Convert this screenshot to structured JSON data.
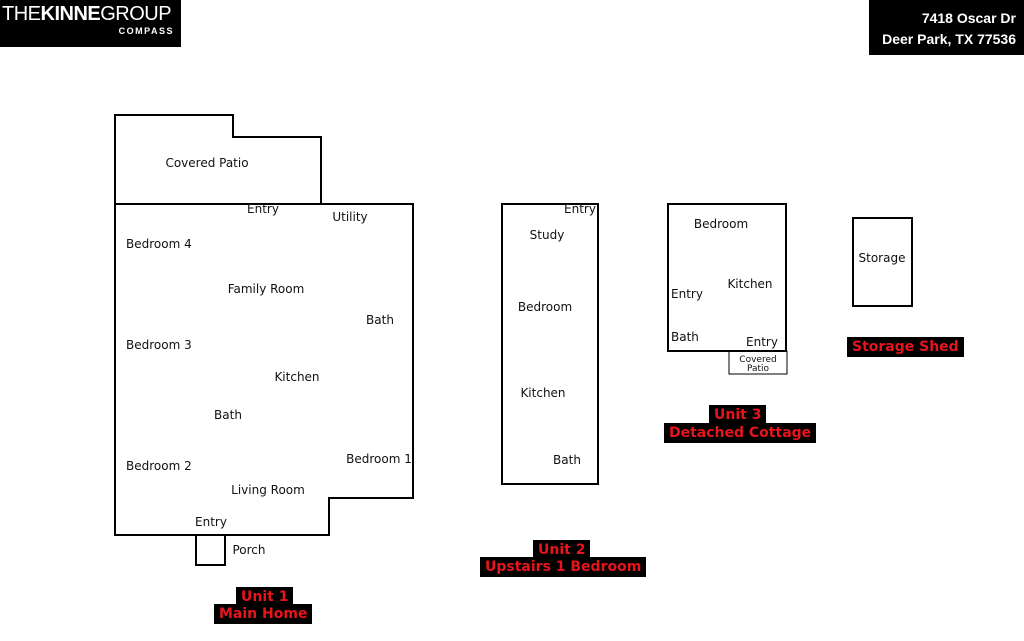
{
  "brand": {
    "name_light": "THE",
    "name_bold": "KINNE",
    "name_light2": "GROUP",
    "sub": "COMPASS"
  },
  "address": {
    "line1": "7418 Oscar Dr",
    "line2": "Deer Park, TX 77536"
  },
  "unit1": {
    "tag_line1": "Unit 1",
    "tag_line2": "Main Home",
    "rooms": {
      "covered_patio": "Covered Patio",
      "entry_top": "Entry",
      "utility": "Utility",
      "bedroom4": "Bedroom 4",
      "family_room": "Family Room",
      "bath1": "Bath",
      "bedroom3": "Bedroom 3",
      "kitchen": "Kitchen",
      "bath2": "Bath",
      "bedroom2": "Bedroom 2",
      "bedroom1": "Bedroom 1",
      "living_room": "Living Room",
      "entry_bottom": "Entry",
      "porch": "Porch"
    }
  },
  "unit2": {
    "tag_line1": "Unit 2",
    "tag_line2": "Upstairs 1 Bedroom",
    "rooms": {
      "entry": "Entry",
      "study": "Study",
      "bedroom": "Bedroom",
      "kitchen": "Kitchen",
      "bath": "Bath"
    }
  },
  "unit3": {
    "tag_line1": "Unit 3",
    "tag_line2": "Detached Cottage",
    "rooms": {
      "bedroom": "Bedroom",
      "kitchen": "Kitchen",
      "entry_left": "Entry",
      "bath": "Bath",
      "entry_bottom": "Entry",
      "covered_patio_1": "Covered",
      "covered_patio_2": "Patio"
    }
  },
  "shed": {
    "room": "Storage",
    "tag": "Storage Shed"
  },
  "colors": {
    "tag_text": "#e8141b",
    "tag_bg": "#000000",
    "wall": "#000000"
  }
}
